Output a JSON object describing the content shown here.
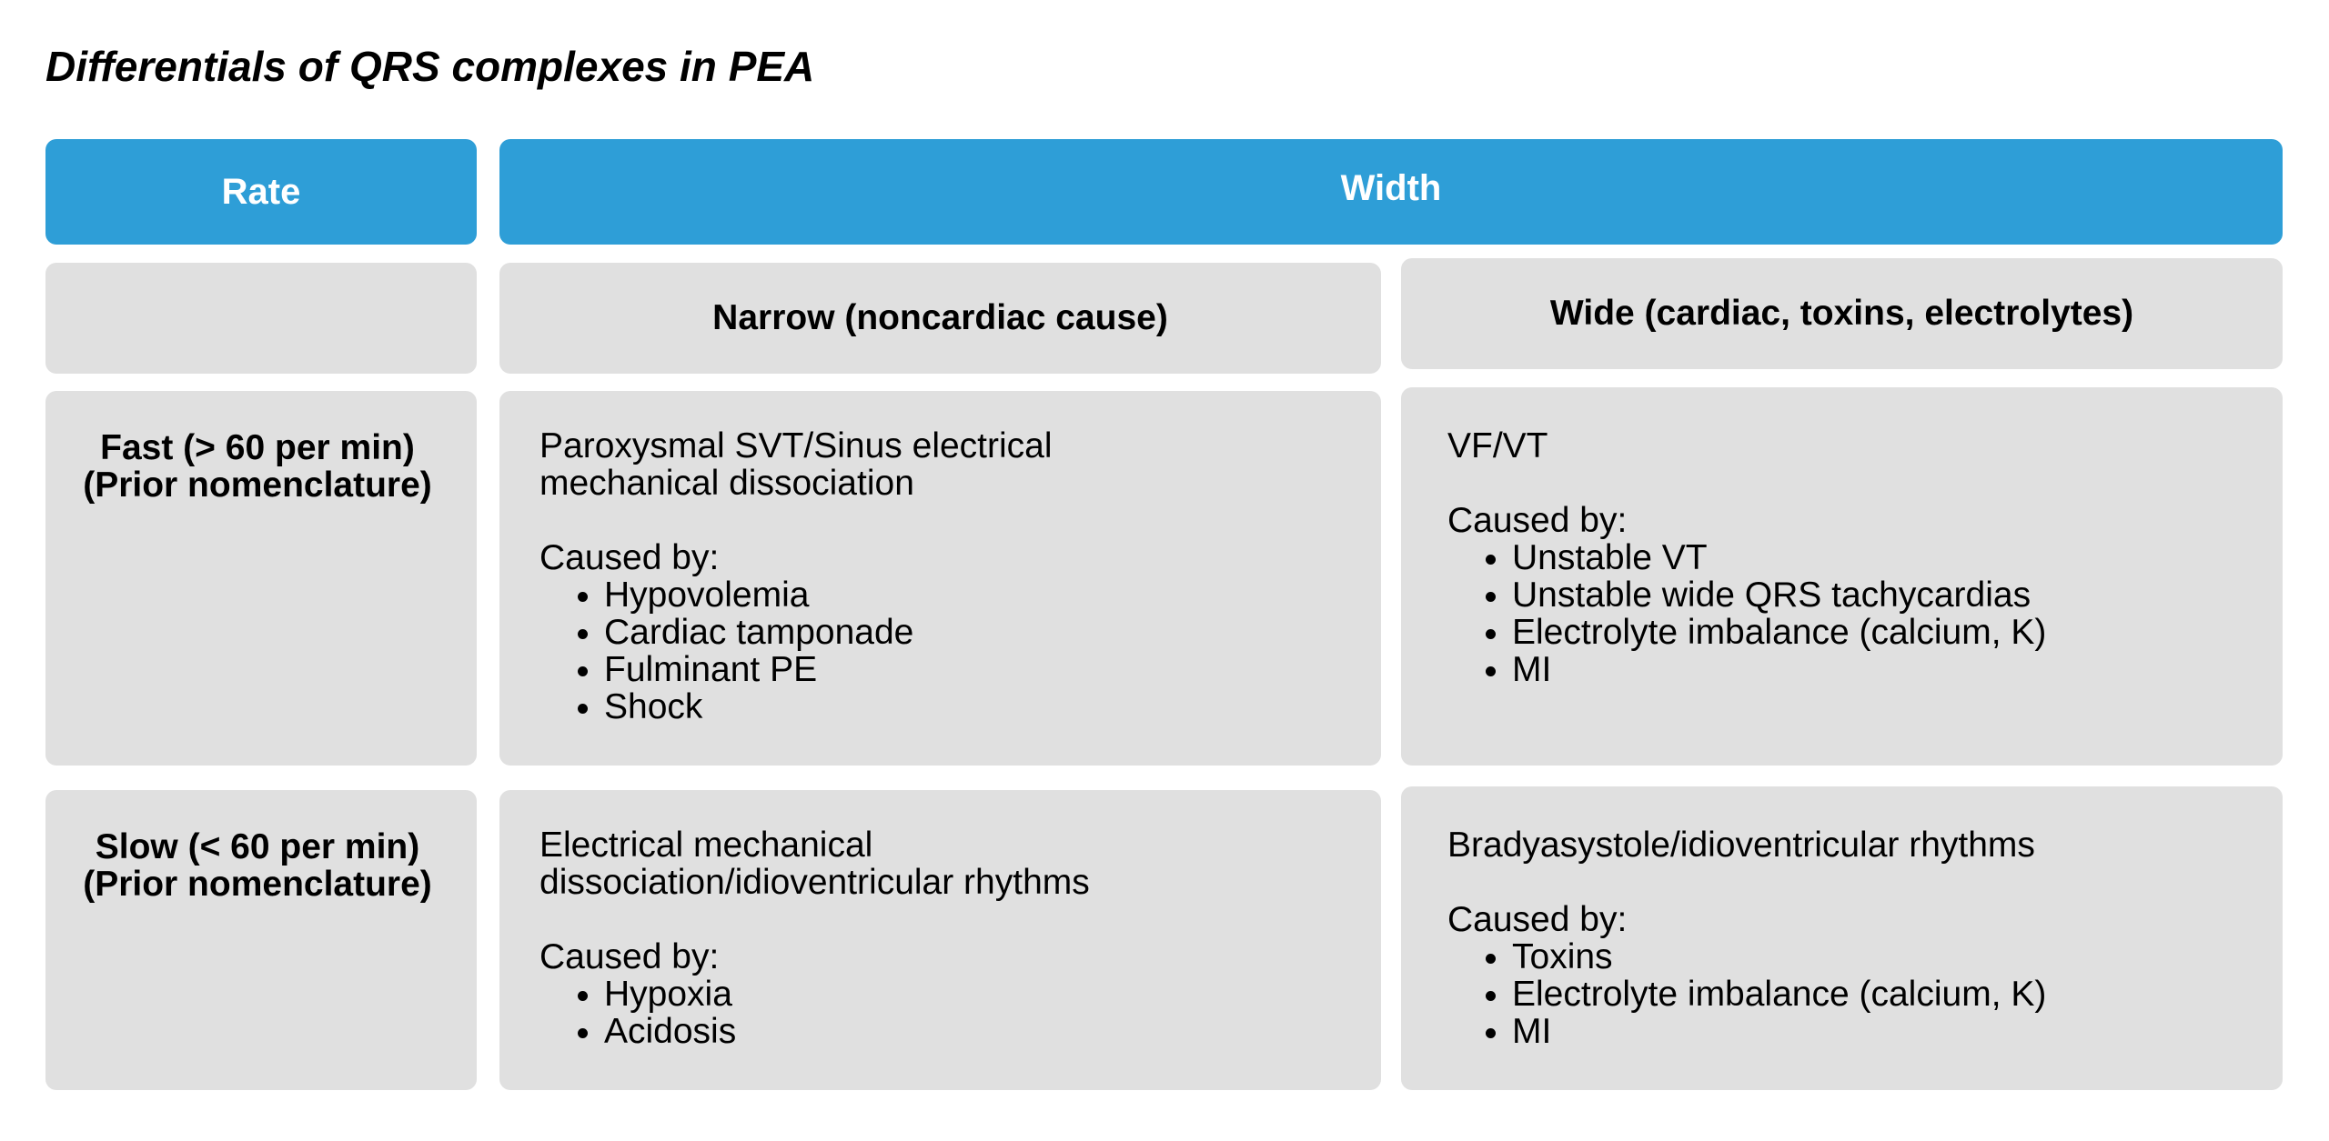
{
  "title": "Differentials of QRS complexes in PEA",
  "headers": {
    "rate": "Rate",
    "width": "Width"
  },
  "columns": {
    "narrow": "Narrow (noncardiac cause)",
    "wide": "Wide (cardiac, toxins, electrolytes)"
  },
  "rows": [
    {
      "label_line1": "Fast (> 60 per min)",
      "label_line2": "(Prior nomenclature)",
      "narrow": {
        "lead": "Paroxysmal SVT/Sinus electrical mechanical dissociation",
        "caused_by_label": "Caused by:",
        "causes": [
          "Hypovolemia",
          "Cardiac tamponade",
          "Fulminant PE",
          "Shock"
        ]
      },
      "wide": {
        "lead": "VF/VT",
        "caused_by_label": "Caused by:",
        "causes": [
          "Unstable VT",
          "Unstable wide QRS tachycardias",
          "Electrolyte imbalance (calcium, K)",
          "MI"
        ]
      }
    },
    {
      "label_line1": "Slow (< 60 per min)",
      "label_line2": "(Prior nomenclature)",
      "narrow": {
        "lead": "Electrical mechanical dissociation/idioventricular rhythms",
        "caused_by_label": "Caused by:",
        "causes": [
          "Hypoxia",
          "Acidosis"
        ]
      },
      "wide": {
        "lead": "Bradyasystole/idioventricular rhythms",
        "caused_by_label": "Caused by:",
        "causes": [
          "Toxins",
          "Electrolyte imbalance (calcium, K)",
          "MI"
        ]
      }
    }
  ],
  "colors": {
    "header_bg": "#2e9ed7",
    "header_text": "#ffffff",
    "cell_bg": "#e0e0e0",
    "text": "#000000"
  }
}
